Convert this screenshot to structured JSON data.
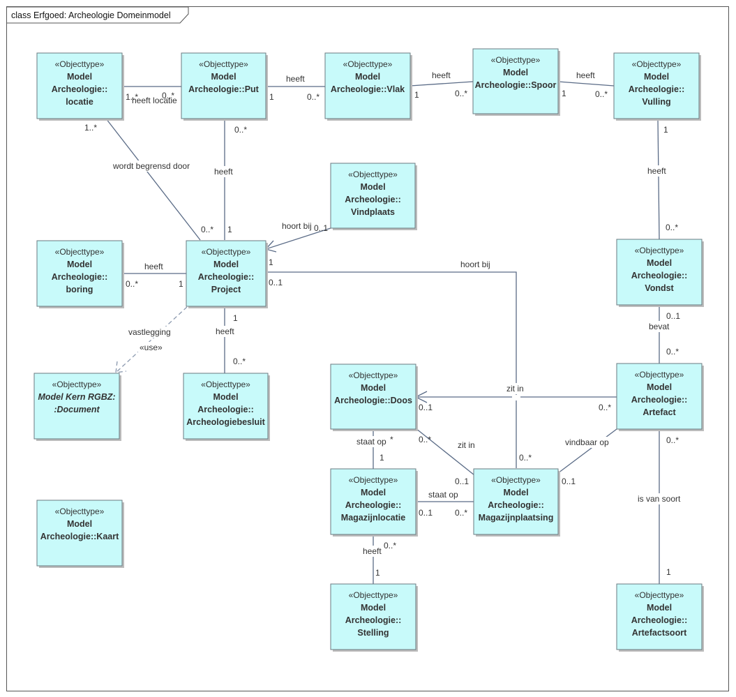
{
  "diagram_title": "class Erfgoed: Archeologie Domeinmodel",
  "stereotype": "«Objecttype»",
  "classes": {
    "locatie": [
      "Model",
      "Archeologie::",
      "locatie"
    ],
    "put": [
      "Model",
      "Archeologie::Put"
    ],
    "vlak": [
      "Model",
      "Archeologie::Vlak"
    ],
    "spoor": [
      "Model",
      "Archeologie::Spoor"
    ],
    "vulling": [
      "Model",
      "Archeologie::",
      "Vulling"
    ],
    "vindplaats": [
      "Model",
      "Archeologie::",
      "Vindplaats"
    ],
    "boring": [
      "Model",
      "Archeologie::",
      "boring"
    ],
    "project": [
      "Model",
      "Archeologie::",
      "Project"
    ],
    "vondst": [
      "Model",
      "Archeologie::",
      "Vondst"
    ],
    "document": [
      "Model Kern RGBZ:",
      ":Document"
    ],
    "archeologiebesluit": [
      "Model",
      "Archeologie::",
      "Archeologiebesluit"
    ],
    "doos": [
      "Model",
      "Archeologie::Doos"
    ],
    "artefact": [
      "Model",
      "Archeologie::",
      "Artefact"
    ],
    "kaart": [
      "Model",
      "Archeologie::Kaart"
    ],
    "magazijnlocatie": [
      "Model",
      "Archeologie::",
      "Magazijnlocatie"
    ],
    "magazijnplaatsing": [
      "Model",
      "Archeologie::",
      "Magazijnplaatsing"
    ],
    "stelling": [
      "Model",
      "Archeologie::",
      "Stelling"
    ],
    "artefactsoort": [
      "Model",
      "Archeologie::",
      "Artefactsoort"
    ]
  },
  "associations": {
    "locatie_put": {
      "label": "heeft locatie",
      "m1": "1..*",
      "m2": "0..*"
    },
    "put_vlak": {
      "label": "heeft",
      "m1": "1",
      "m2": "0..*"
    },
    "vlak_spoor": {
      "label": "heeft",
      "m1": "1",
      "m2": "0..*"
    },
    "spoor_vulling": {
      "label": "heeft",
      "m1": "1",
      "m2": "0..*"
    },
    "vulling_vondst": {
      "label": "heeft",
      "m1": "1",
      "m2": "0..*"
    },
    "locatie_project": {
      "label": "wordt begrensd door",
      "m1": "1..*",
      "m2": "0..*"
    },
    "put_project": {
      "label": "heeft",
      "m1": "0..*",
      "m2": "1"
    },
    "vindplaats_project": {
      "label": "hoort bij",
      "m1": "0..1"
    },
    "boring_project": {
      "label": "heeft",
      "m1": "0..*",
      "m2": "1"
    },
    "project_magazijnplaatsing": {
      "label": "hoort bij",
      "m1": "1",
      "m2": "0..1",
      "m3": "0..*"
    },
    "project_document": {
      "label": "vastlegging",
      "stereo": "«use»"
    },
    "project_besluit": {
      "label": "heeft",
      "m1": "1",
      "m2": "0..*"
    },
    "vondst_artefact": {
      "label": "bevat",
      "m1": "0..1",
      "m2": "0..*"
    },
    "artefact_doos": {
      "label": "zit in",
      "m1": "0..1",
      "m2": "0..*"
    },
    "doos_magazijnplaatsing": {
      "label": "zit in",
      "m1": "0..*",
      "m2": "0..1"
    },
    "artefact_magazijnplaatsing": {
      "label": "vindbaar op",
      "m1": "0..1"
    },
    "doos_magazijnlocatie": {
      "label": "staat op",
      "m1": "*",
      "m2": "1"
    },
    "magazijnlocatie_magazijnplaatsing": {
      "label": "staat op",
      "m1": "0..1",
      "m2": "0..*"
    },
    "magazijnlocatie_stelling": {
      "label": "heeft",
      "m1": "0..*",
      "m2": "1"
    },
    "artefact_artefactsoort": {
      "label": "is van soort",
      "m1": "0..*",
      "m2": "1"
    }
  }
}
